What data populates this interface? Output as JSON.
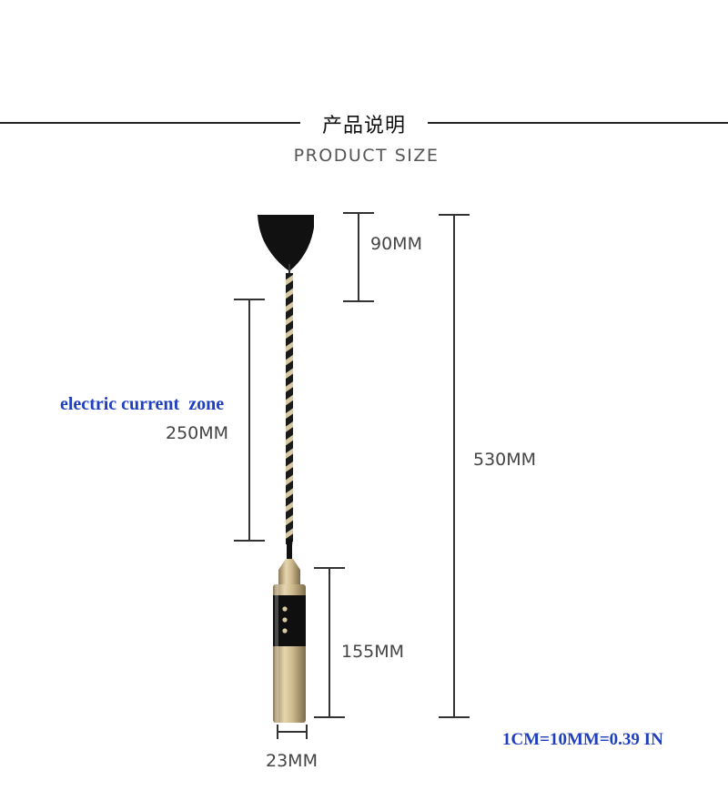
{
  "header": {
    "title_cn": "产品说明",
    "title_en": "PRODUCT SIZE"
  },
  "dimensions": {
    "head_height": "90MM",
    "zone_length": "250MM",
    "total_length": "530MM",
    "handle_length": "155MM",
    "handle_diameter": "23MM"
  },
  "annotations": {
    "zone_label": "electric current  zone",
    "conversion": "1CM=10MM=0.39 IN"
  },
  "colors": {
    "annotation_blue": "#1f3fbf",
    "handle_gold": "#c9b48a",
    "whip_black": "#111111"
  }
}
